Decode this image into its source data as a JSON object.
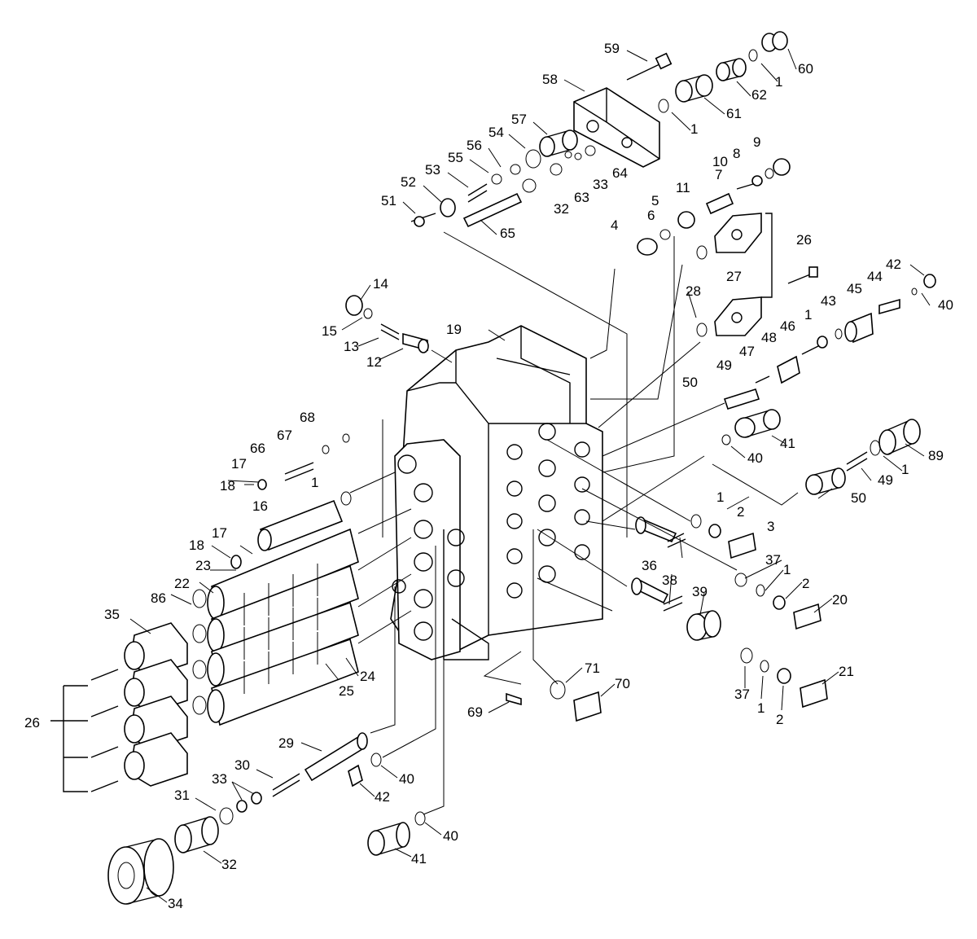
{
  "diagram": {
    "callouts": [
      "59",
      "60",
      "58",
      "1",
      "62",
      "61",
      "1",
      "57",
      "54",
      "56",
      "55",
      "53",
      "52",
      "51",
      "33",
      "63",
      "64",
      "32",
      "65",
      "9",
      "8",
      "10",
      "7",
      "11",
      "5",
      "6",
      "4",
      "26",
      "27",
      "28",
      "14",
      "15",
      "13",
      "12",
      "19",
      "42",
      "44",
      "45",
      "40",
      "43",
      "1",
      "46",
      "48",
      "47",
      "49",
      "50",
      "41",
      "40",
      "89",
      "49",
      "1",
      "50",
      "68",
      "67",
      "66",
      "17",
      "18",
      "1",
      "16",
      "17",
      "18",
      "23",
      "22",
      "86",
      "35",
      "1",
      "2",
      "3",
      "36",
      "38",
      "37",
      "1",
      "39",
      "2",
      "20",
      "24",
      "25",
      "37",
      "1",
      "21",
      "2",
      "71",
      "70",
      "69",
      "26",
      "29",
      "30",
      "33",
      "31",
      "32",
      "40",
      "42",
      "40",
      "41",
      "34"
    ]
  }
}
